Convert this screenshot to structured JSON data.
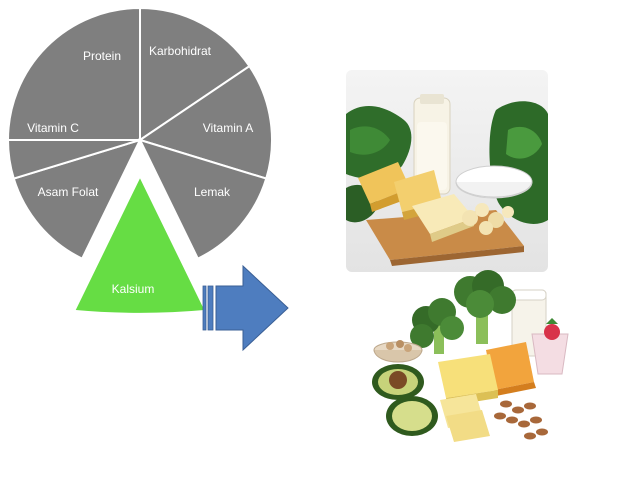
{
  "diagram": {
    "segments": [
      {
        "id": "protein",
        "label": "Protein",
        "highlight": false
      },
      {
        "id": "karbohidrat",
        "label": "Karbohidrat",
        "highlight": false
      },
      {
        "id": "vitamin-a",
        "label": "Vitamin A",
        "highlight": false
      },
      {
        "id": "lemak",
        "label": "Lemak",
        "highlight": false
      },
      {
        "id": "kalsium",
        "label": "Kalsium",
        "highlight": true
      },
      {
        "id": "asam-folat",
        "label": "Asam Folat",
        "highlight": false
      },
      {
        "id": "vitamin-c",
        "label": "Vitamin C",
        "highlight": false
      }
    ],
    "colors": {
      "segment_fill": "#7f7f7f",
      "segment_stroke": "#ffffff",
      "highlight_fill": "#66dd44",
      "label_color": "#ffffff",
      "arrow_fill": "#4e7dbf",
      "arrow_stroke": "#3a5f95"
    }
  },
  "images": [
    {
      "name": "calcium-foods-photo-top",
      "description_icon": "dairy-greens-photo"
    },
    {
      "name": "calcium-foods-photo-bottom",
      "description_icon": "dairy-broccoli-photo"
    }
  ]
}
